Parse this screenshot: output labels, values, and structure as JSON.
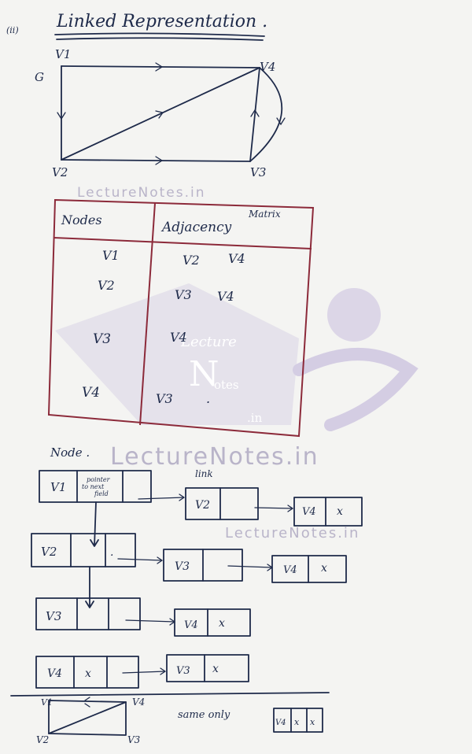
{
  "heading": {
    "marker": "(ii)",
    "title": "Linked Representation ."
  },
  "graph": {
    "label": "G",
    "vertices": [
      "V1",
      "V4",
      "V2",
      "V3"
    ]
  },
  "table": {
    "col_headers": [
      "Nodes",
      "Adjacency",
      "Matrix"
    ],
    "rows": [
      {
        "node": "V1",
        "adjacent": [
          "V2",
          "V4"
        ]
      },
      {
        "node": "V2",
        "adjacent": [
          "V3",
          "V4"
        ]
      },
      {
        "node": "V3",
        "adjacent": [
          "V4"
        ]
      },
      {
        "node": "V4",
        "adjacent": [
          "V3",
          "."
        ]
      }
    ]
  },
  "list": {
    "node_label": "Node .",
    "link_label": "link",
    "pointer_note": [
      "pointer",
      "to next",
      "field"
    ],
    "rows": [
      {
        "head": "V1",
        "chain": [
          "V2",
          "V4"
        ],
        "end": "x"
      },
      {
        "head": "V2",
        "chain": [
          "V3",
          "V4"
        ],
        "end": "x",
        "head_mid": "."
      },
      {
        "head": "V3",
        "chain": [
          "V4"
        ],
        "end": "x"
      },
      {
        "head": "V4",
        "head_mid": "x",
        "chain": [
          "V3"
        ],
        "end": "x"
      }
    ]
  },
  "footer": {
    "vertices": [
      "V1",
      "V4",
      "V2",
      "V3"
    ],
    "note": "same only",
    "cells": [
      "V4",
      "x",
      "x"
    ]
  },
  "watermark": {
    "text": "LectureNotes.in",
    "logo_a": "Lecture",
    "logo_b": "N",
    "logo_c": "otes",
    "logo_d": ".in"
  }
}
